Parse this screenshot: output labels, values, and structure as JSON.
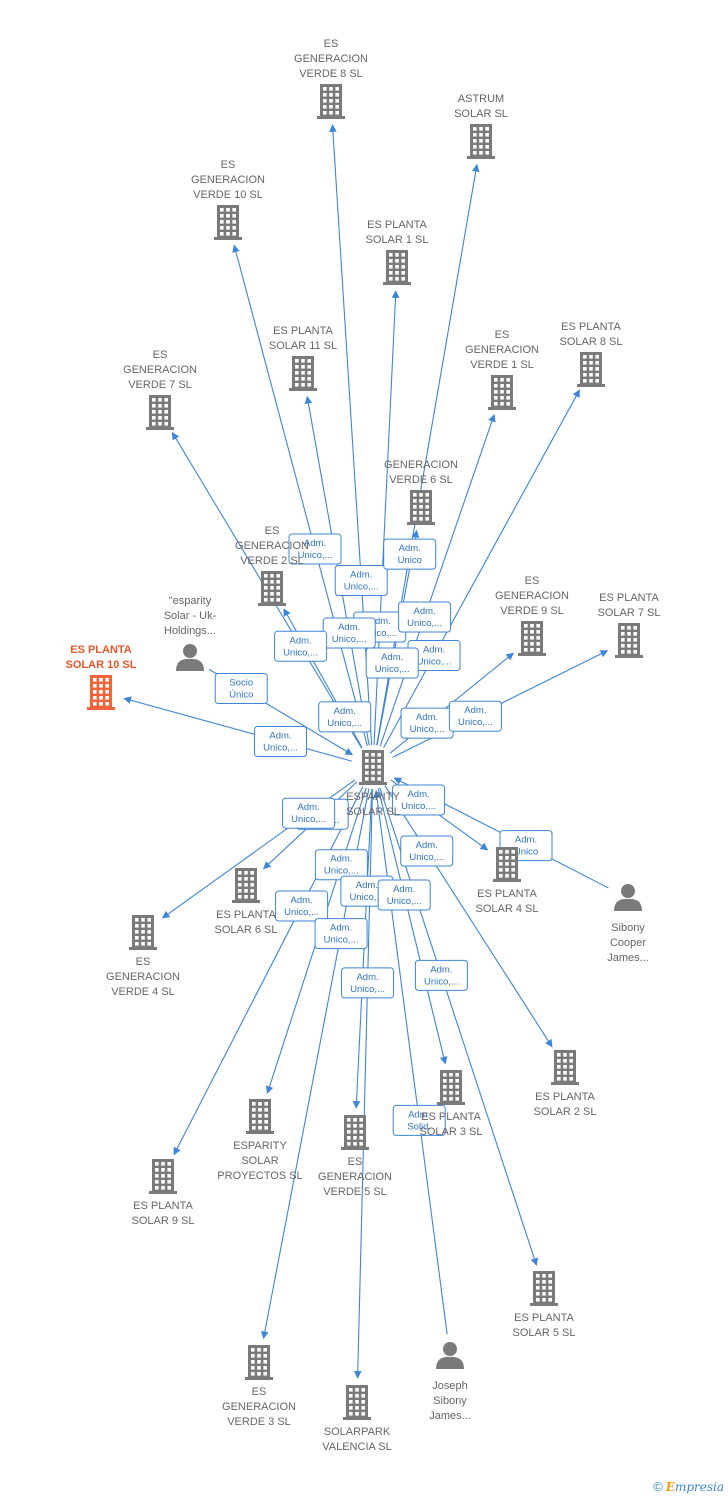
{
  "colors": {
    "edge": "#3d85d8",
    "node": "#7a7a7a",
    "highlight": "#f2643a"
  },
  "nodes": [
    {
      "id": "esparity",
      "type": "company",
      "label": [
        "ESPARITY",
        "SOLAR  SL"
      ],
      "icon": "building-icon"
    },
    {
      "id": "vcerde8",
      "type": "company",
      "label": [
        "ES",
        "GENERACION",
        "VERDE 8  SL"
      ],
      "icon": "building-icon"
    },
    {
      "id": "astrum",
      "type": "company",
      "label": [
        "ASTRUM",
        "SOLAR  SL"
      ],
      "icon": "building-icon"
    },
    {
      "id": "verde10",
      "type": "company",
      "label": [
        "ES",
        "GENERACION",
        "VERDE 10  SL"
      ],
      "icon": "building-icon"
    },
    {
      "id": "solar1",
      "type": "company",
      "label": [
        "ES PLANTA",
        "SOLAR 1  SL"
      ],
      "icon": "building-icon"
    },
    {
      "id": "solar11",
      "type": "company",
      "label": [
        "ES PLANTA",
        "SOLAR 11  SL"
      ],
      "icon": "building-icon"
    },
    {
      "id": "verde1",
      "type": "company",
      "label": [
        "ES",
        "GENERACION",
        "VERDE 1  SL"
      ],
      "icon": "building-icon"
    },
    {
      "id": "solar8",
      "type": "company",
      "label": [
        "ES PLANTA",
        "SOLAR 8  SL"
      ],
      "icon": "building-icon"
    },
    {
      "id": "verde7",
      "type": "company",
      "label": [
        "ES",
        "GENERACION",
        "VERDE 7  SL"
      ],
      "icon": "building-icon"
    },
    {
      "id": "verde6",
      "type": "company",
      "label": [
        "GENERACION",
        "VERDE 6  SL"
      ],
      "icon": "building-icon"
    },
    {
      "id": "verde2",
      "type": "company",
      "label": [
        "ES",
        "GENERACION",
        "VERDE 2  SL"
      ],
      "icon": "building-icon"
    },
    {
      "id": "verde9",
      "type": "company",
      "label": [
        "ES",
        "GENERACION",
        "VERDE 9  SL"
      ],
      "icon": "building-icon"
    },
    {
      "id": "solar7",
      "type": "company",
      "label": [
        "ES PLANTA",
        "SOLAR 7  SL"
      ],
      "icon": "building-icon"
    },
    {
      "id": "uk",
      "type": "person",
      "label": [
        "\"esparity",
        "Solar - Uk-",
        "Holdings..."
      ],
      "icon": "person-icon"
    },
    {
      "id": "solar10",
      "type": "company",
      "label": [
        "ES PLANTA",
        "SOLAR 10  SL"
      ],
      "icon": "building-icon",
      "highlight": true
    },
    {
      "id": "solar6",
      "type": "company",
      "label": [
        "ES PLANTA",
        "SOLAR 6  SL"
      ],
      "icon": "building-icon"
    },
    {
      "id": "verde4",
      "type": "company",
      "label": [
        "ES",
        "GENERACION",
        "VERDE 4  SL"
      ],
      "icon": "building-icon"
    },
    {
      "id": "solar4",
      "type": "company",
      "label": [
        "ES PLANTA",
        "SOLAR 4  SL"
      ],
      "icon": "building-icon"
    },
    {
      "id": "sibony",
      "type": "person",
      "label": [
        "Sibony",
        "Cooper",
        "James..."
      ],
      "icon": "person-icon"
    },
    {
      "id": "proyectos",
      "type": "company",
      "label": [
        "ESPARITY",
        "SOLAR",
        "PROYECTOS  SL"
      ],
      "icon": "building-icon"
    },
    {
      "id": "verde5",
      "type": "company",
      "label": [
        "ES",
        "GENERACION",
        "VERDE 5  SL"
      ],
      "icon": "building-icon"
    },
    {
      "id": "solar3",
      "type": "company",
      "label": [
        "ES PLANTA",
        "SOLAR 3  SL"
      ],
      "icon": "building-icon"
    },
    {
      "id": "solar2",
      "type": "company",
      "label": [
        "ES PLANTA",
        "SOLAR 2  SL"
      ],
      "icon": "building-icon"
    },
    {
      "id": "solar9",
      "type": "company",
      "label": [
        "ES PLANTA",
        "SOLAR 9  SL"
      ],
      "icon": "building-icon"
    },
    {
      "id": "solar5",
      "type": "company",
      "label": [
        "ES PLANTA",
        "SOLAR 5  SL"
      ],
      "icon": "building-icon"
    },
    {
      "id": "verde3",
      "type": "company",
      "label": [
        "ES",
        "GENERACION",
        "VERDE 3  SL"
      ],
      "icon": "building-icon"
    },
    {
      "id": "solarpark",
      "type": "company",
      "label": [
        "SOLARPARK",
        "VALENCIA  SL"
      ],
      "icon": "building-icon"
    },
    {
      "id": "joseph",
      "type": "person",
      "label": [
        "Joseph",
        "Sibony",
        "James..."
      ],
      "icon": "person-icon"
    }
  ],
  "edges": [
    {
      "from": "esparity",
      "to": "vcerde8",
      "label": [
        "Adm.",
        "Unico,..."
      ]
    },
    {
      "from": "esparity",
      "to": "astrum",
      "label": [
        "Adm.",
        "Unico"
      ]
    },
    {
      "from": "esparity",
      "to": "verde10",
      "label": [
        "Adm.",
        "Unico,..."
      ]
    },
    {
      "from": "esparity",
      "to": "solar1",
      "label": [
        "Adm.",
        "Unico,..."
      ]
    },
    {
      "from": "esparity",
      "to": "solar11",
      "label": [
        "Adm.",
        "Unico,..."
      ]
    },
    {
      "from": "esparity",
      "to": "verde1",
      "label": [
        "Adm.",
        "Unico,..."
      ]
    },
    {
      "from": "esparity",
      "to": "solar8",
      "label": [
        "Adm.",
        "Unico,..."
      ]
    },
    {
      "from": "esparity",
      "to": "verde7",
      "label": [
        "Adm.",
        "Unico,..."
      ]
    },
    {
      "from": "esparity",
      "to": "verde6",
      "label": [
        "Adm.",
        "Unico,..."
      ]
    },
    {
      "from": "esparity",
      "to": "verde2",
      "label": [
        "Adm.",
        "Unico,..."
      ]
    },
    {
      "from": "esparity",
      "to": "verde9",
      "label": [
        "Adm.",
        "Unico,..."
      ]
    },
    {
      "from": "esparity",
      "to": "solar7",
      "label": [
        "Adm.",
        "Unico,..."
      ]
    },
    {
      "from": "uk",
      "to": "esparity",
      "label": [
        "Socio",
        "Único"
      ]
    },
    {
      "from": "esparity",
      "to": "solar10",
      "label": [
        "Adm.",
        "Unico,..."
      ]
    },
    {
      "from": "esparity",
      "to": "solar6",
      "label": [
        "Adm.",
        "Unico,..."
      ]
    },
    {
      "from": "esparity",
      "to": "verde4",
      "label": [
        "Adm.",
        "Unico,..."
      ]
    },
    {
      "from": "esparity",
      "to": "solar4",
      "label": [
        "Adm.",
        "Unico,..."
      ]
    },
    {
      "from": "sibony",
      "to": "esparity",
      "label": [
        "Adm.",
        "Unico"
      ]
    },
    {
      "from": "esparity",
      "to": "proyectos",
      "label": [
        "Adm.",
        "Unico,..."
      ]
    },
    {
      "from": "esparity",
      "to": "verde5",
      "label": [
        "Adm.",
        "Unico,..."
      ]
    },
    {
      "from": "esparity",
      "to": "solar3",
      "label": [
        "Adm.",
        "Unico,..."
      ]
    },
    {
      "from": "esparity",
      "to": "solar2",
      "label": [
        "Adm.",
        "Unico,..."
      ]
    },
    {
      "from": "esparity",
      "to": "solar9",
      "label": [
        "Adm.",
        "Unico,..."
      ]
    },
    {
      "from": "esparity",
      "to": "solar5",
      "label": [
        "Adm.",
        "Unico,..."
      ]
    },
    {
      "from": "esparity",
      "to": "verde3",
      "label": [
        "Adm.",
        "Unico,..."
      ]
    },
    {
      "from": "esparity",
      "to": "solarpark",
      "label": [
        "Adm.",
        "Unico,..."
      ]
    },
    {
      "from": "joseph",
      "to": "esparity",
      "label": [
        "Adm.",
        "Solid."
      ]
    }
  ],
  "footer": {
    "copyright": "©",
    "brand_first": "E",
    "brand_rest": "mpresia"
  }
}
